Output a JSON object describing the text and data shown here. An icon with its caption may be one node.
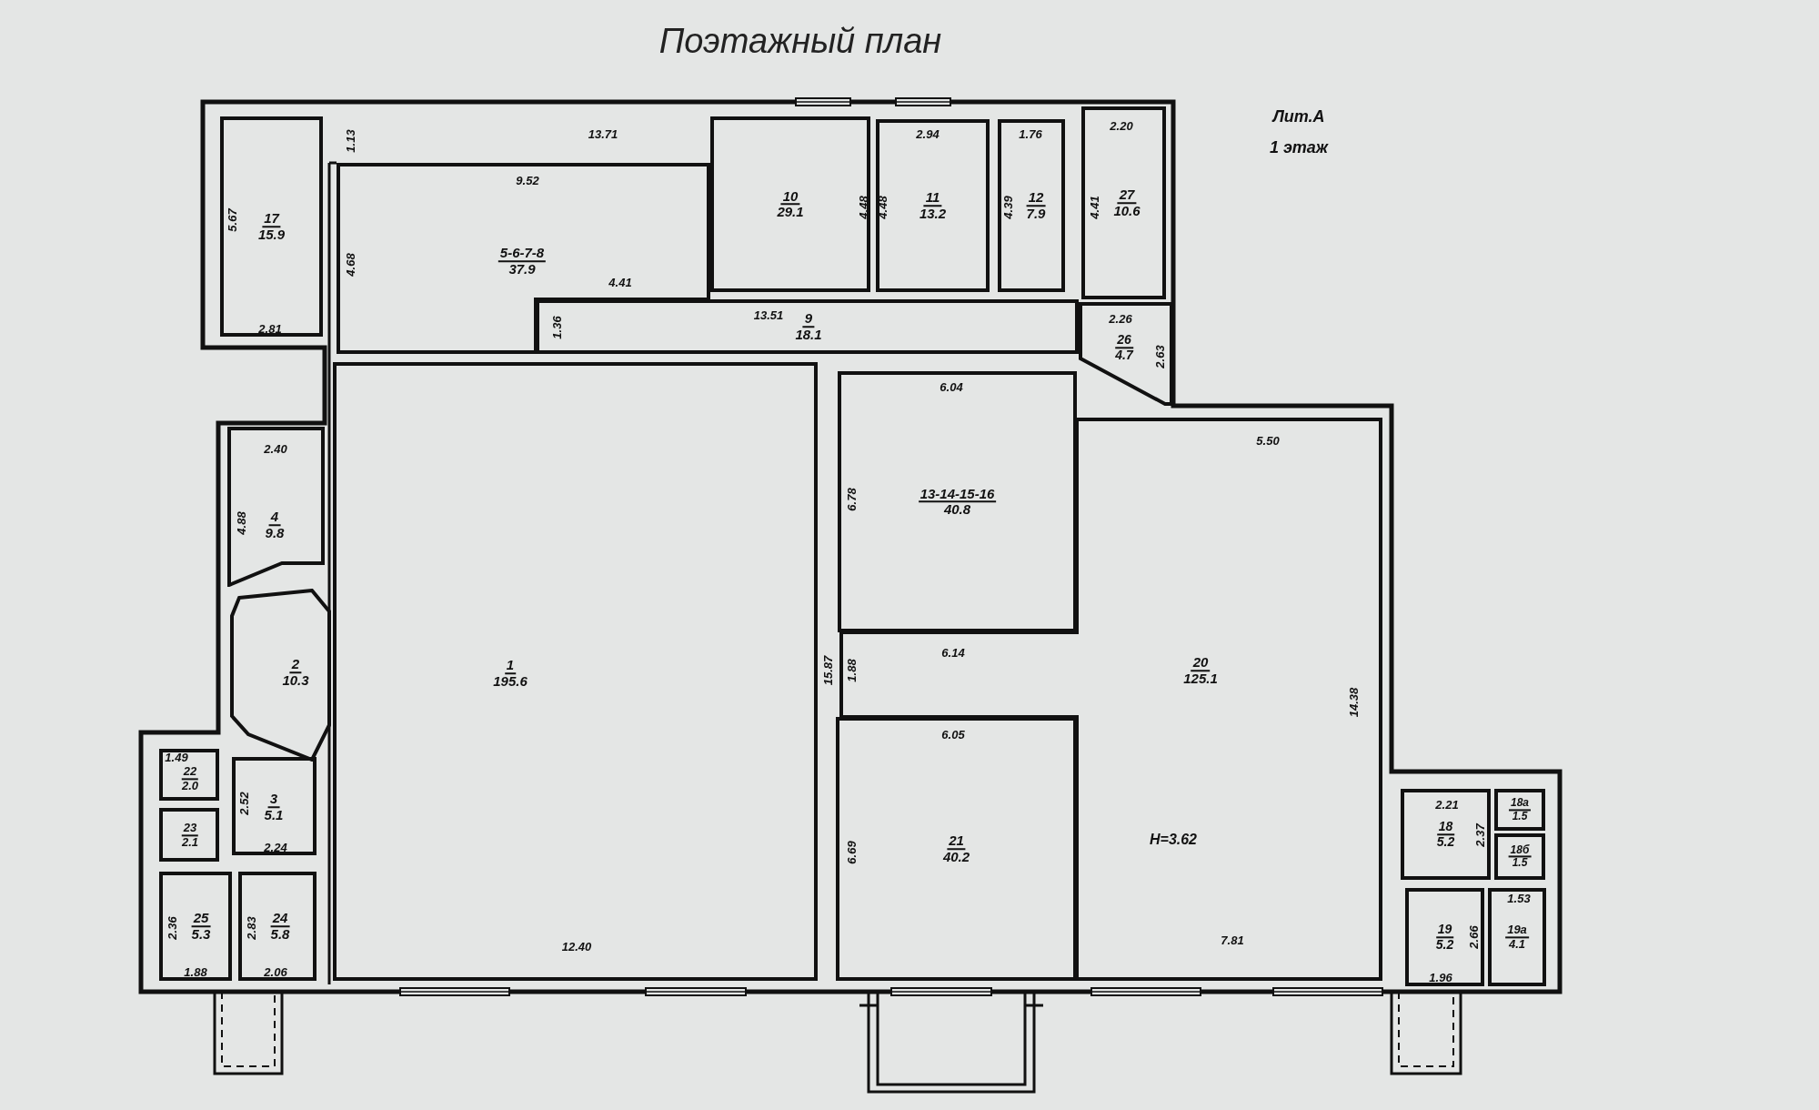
{
  "diagram": {
    "title": "Поэтажный план",
    "nodes": [
      {
        "text": [
          "17",
          "15.9"
        ]
      },
      {
        "text": [
          "5-6-7-8",
          "37.9"
        ]
      },
      {
        "text": [
          "10",
          "29.1"
        ]
      },
      {
        "text": [
          "11",
          "13.2"
        ]
      },
      {
        "text": [
          "12",
          "7.9"
        ]
      },
      {
        "text": [
          "27",
          "10.6"
        ]
      },
      {
        "text": [
          "9",
          "18.1"
        ]
      },
      {
        "text": [
          "26",
          "4.7"
        ]
      },
      {
        "text": [
          "1",
          "195.6"
        ]
      },
      {
        "text": [
          "4",
          "9.8"
        ]
      },
      {
        "text": [
          "2",
          "10.3"
        ]
      },
      {
        "text": [
          "22",
          "2.0"
        ]
      },
      {
        "text": [
          "23",
          "2.1"
        ]
      },
      {
        "text": [
          "3",
          "5.1"
        ]
      },
      {
        "text": [
          "25",
          "5.3"
        ]
      },
      {
        "text": [
          "24",
          "5.8"
        ]
      },
      {
        "text": [
          "13-14-15-16",
          "40.8"
        ]
      },
      {
        "text": [
          "20",
          "125.1"
        ]
      },
      {
        "text": [
          "21",
          "40.2"
        ]
      },
      {
        "text": [
          "18",
          "5.2"
        ]
      },
      {
        "text": [
          "18а",
          "1.5"
        ]
      },
      {
        "text": [
          "18б",
          "1.5"
        ]
      },
      {
        "text": [
          "19",
          "5.2"
        ]
      },
      {
        "text": [
          "19а",
          "4.1"
        ]
      }
    ],
    "labels": [
      "Лит.А",
      "1 этаж",
      "2.20",
      "13.71",
      "2.94",
      "1.76",
      "1.13",
      "9.52",
      "5.67",
      "4.68",
      "4.48",
      "4.48",
      "4.39",
      "4.41",
      "4.41",
      "13.51",
      "2.26",
      "2.81",
      "1.36",
      "2.63",
      "6.04",
      "5.50",
      "2.40",
      "6.78",
      "4.88",
      "6.14",
      "15.87",
      "1.88",
      "14.38",
      "6.05",
      "1.49",
      "2.21",
      "2.52",
      "2.37",
      "H=3.62",
      "2.24",
      "6.69",
      "1.53",
      "2.36",
      "2.83",
      "2.66",
      "7.81",
      "12.40",
      "1.88",
      "1.96",
      "2.06"
    ]
  }
}
